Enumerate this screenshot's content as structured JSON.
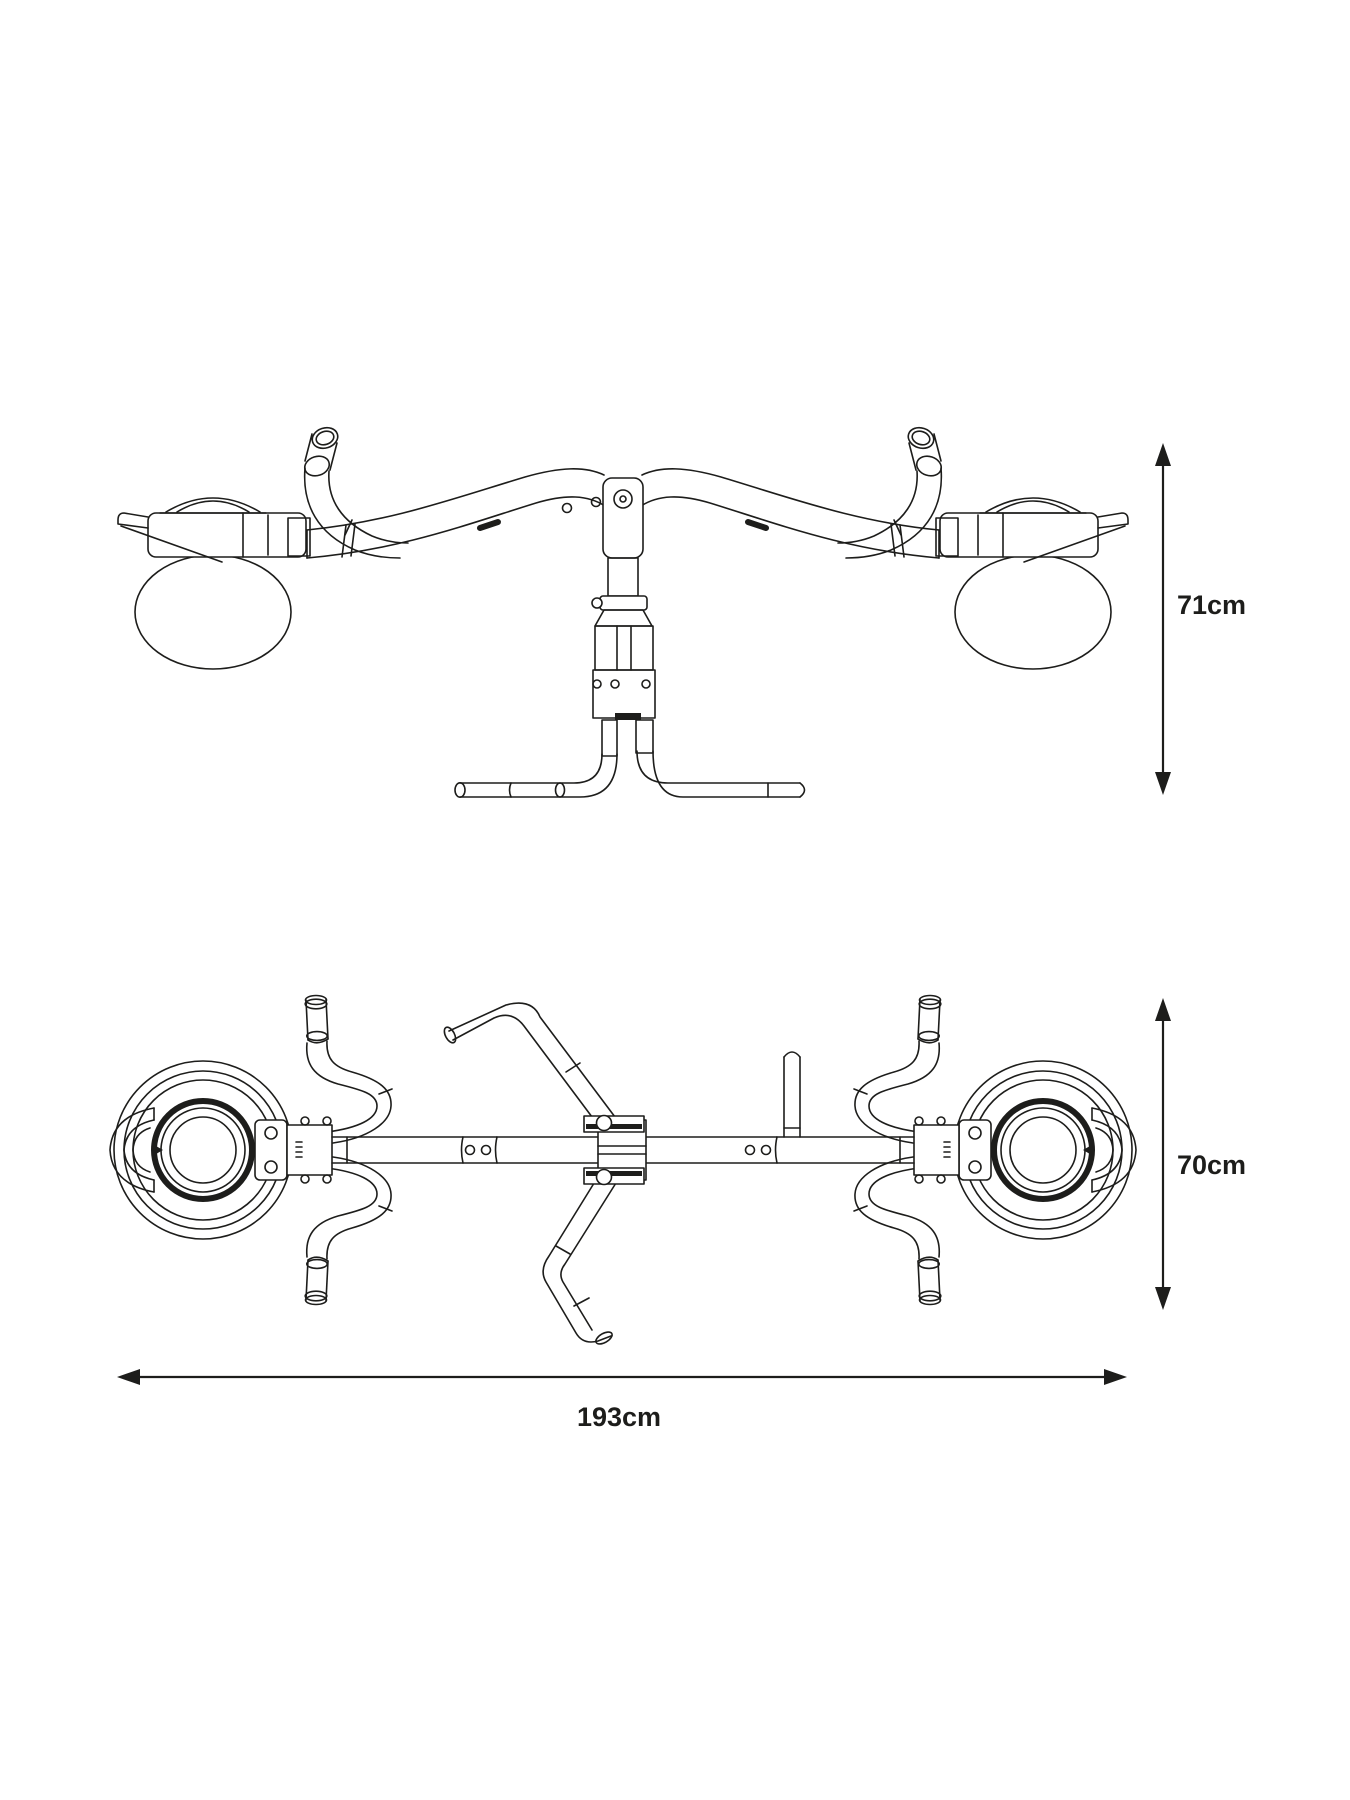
{
  "page": {
    "background_color": "#ffffff",
    "line_color": "#1d1d1b",
    "text_color": "#1d1d1b"
  },
  "side_view": {
    "description": "seesaw side elevation drawing",
    "height_dimension": {
      "value": "71cm",
      "orientation": "vertical",
      "arrow": "double-headed"
    }
  },
  "top_view": {
    "description": "seesaw plan view drawing",
    "height_dimension": {
      "value": "70cm",
      "orientation": "vertical",
      "arrow": "double-headed"
    },
    "width_dimension": {
      "value": "193cm",
      "orientation": "horizontal",
      "arrow": "double-headed"
    }
  }
}
